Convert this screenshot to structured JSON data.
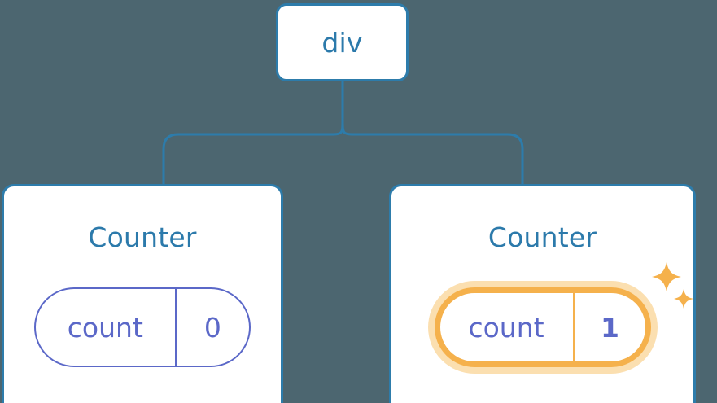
{
  "diagram": {
    "title": "React component tree with highlighted state update",
    "background_color": "#4c6670",
    "accent_blue": "#2d7cab",
    "accent_indigo": "#5b68c8",
    "accent_orange": "#f5b14c",
    "accent_orange_glow": "#fbdfb0",
    "connector_color": "#2d7cab"
  },
  "root": {
    "label": "div",
    "name": "root-node"
  },
  "children": [
    {
      "title": "Counter",
      "state": {
        "key": "count",
        "value": "0"
      },
      "highlighted": false
    },
    {
      "title": "Counter",
      "state": {
        "key": "count",
        "value": "1"
      },
      "highlighted": true,
      "sparkle_icons": [
        "sparkle-large",
        "sparkle-small"
      ]
    }
  ]
}
